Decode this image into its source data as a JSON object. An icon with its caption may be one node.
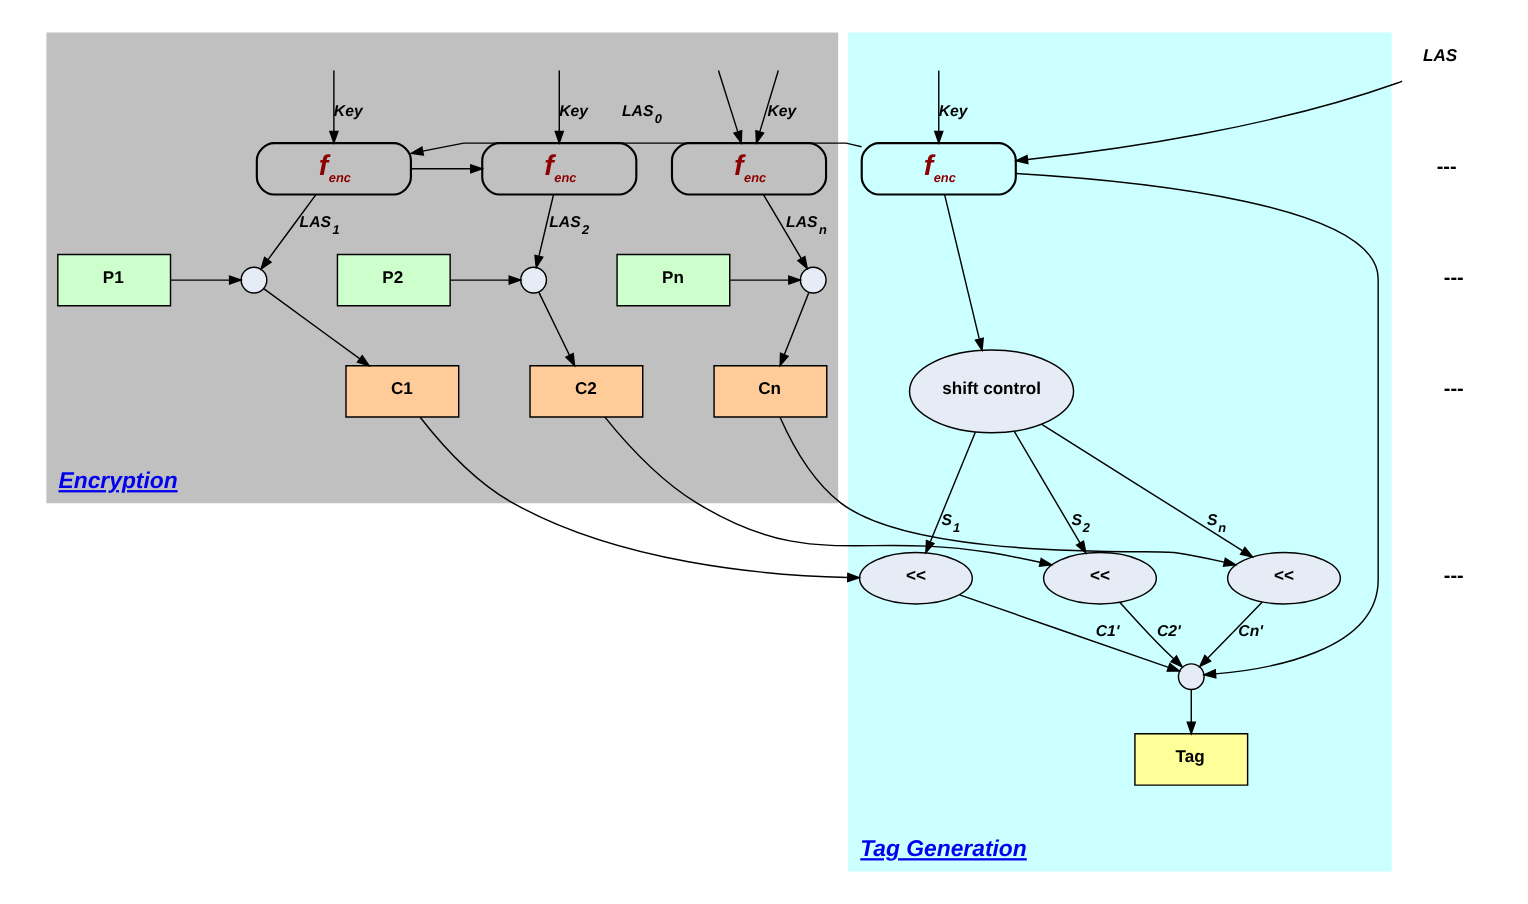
{
  "diagram": {
    "nodes": [
      {
        "text": [
          "Tag Generation"
        ]
      },
      {
        "text": [
          "Encryption"
        ]
      },
      {
        "text": [
          "LAS"
        ]
      },
      {
        "text": [
          "f$_{enc}$"
        ],
        "in": 0
      },
      {
        "text": [
          "f$_{enc}$"
        ],
        "in": 1
      },
      {
        "text": [
          "P1"
        ],
        "in": 1
      },
      {
        "text": [],
        "shape": "circle",
        "in": 1
      },
      {
        "text": [
          "C1"
        ],
        "in": 1
      },
      {
        "text": [
          "f$_{enc}$"
        ],
        "in": 1
      },
      {
        "text": [
          "P2"
        ],
        "in": 1
      },
      {
        "text": [],
        "shape": "circle",
        "in": 1
      },
      {
        "text": [
          "C2"
        ],
        "in": 1
      },
      {
        "text": [
          "f$_{enc}$"
        ],
        "in": 1
      },
      {
        "text": [
          "Pn"
        ],
        "in": 1
      },
      {
        "text": [],
        "shape": "circle",
        "in": 1
      },
      {
        "text": [
          "Cn"
        ],
        "in": 1
      },
      {
        "text": [
          "shift control"
        ],
        "in": 0
      },
      {
        "text": [
          "<<"
        ],
        "in": 0
      },
      {
        "text": [
          "<<"
        ],
        "in": 0
      },
      {
        "text": [
          "<<"
        ],
        "in": 0
      },
      {
        "text": [],
        "shape": "circle",
        "in": 0
      },
      {
        "text": [
          "Tag"
        ],
        "in": 0
      }
    ],
    "edges": [
      {
        "from": 2,
        "to": 3,
        "arrow": "to"
      },
      {
        "from": null,
        "to": 3,
        "arrow": "to",
        "label": "Key"
      },
      {
        "from": 3,
        "to": 4,
        "arrow": "to",
        "label": "LAS$_{0}$"
      },
      {
        "from": 3,
        "to": 16,
        "arrow": "to"
      },
      {
        "from": 3,
        "to": 20,
        "arrow": "to"
      },
      {
        "from": null,
        "to": 4,
        "arrow": "to",
        "label": "Key"
      },
      {
        "from": 4,
        "to": 6,
        "arrow": "to",
        "label": "LAS$_{1}$"
      },
      {
        "from": 4,
        "to": 8,
        "arrow": "to"
      },
      {
        "from": 5,
        "to": 6,
        "arrow": "to"
      },
      {
        "from": 6,
        "to": 7,
        "arrow": "to"
      },
      {
        "from": null,
        "to": 8,
        "arrow": "to",
        "label": "Key"
      },
      {
        "from": 8,
        "to": 10,
        "arrow": "to",
        "label": "LAS$_{2}$"
      },
      {
        "from": 9,
        "to": 10,
        "arrow": "to"
      },
      {
        "from": 10,
        "to": 11,
        "arrow": "to"
      },
      {
        "from": null,
        "to": 12,
        "arrow": "to"
      },
      {
        "from": null,
        "to": 12,
        "arrow": "to",
        "label": "Key"
      },
      {
        "from": 12,
        "to": 14,
        "arrow": "to",
        "label": "LAS$_{n}$"
      },
      {
        "from": 13,
        "to": 14,
        "arrow": "to"
      },
      {
        "from": 14,
        "to": 15,
        "arrow": "to"
      },
      {
        "from": 7,
        "to": 17,
        "arrow": "to"
      },
      {
        "from": 11,
        "to": 18,
        "arrow": "to"
      },
      {
        "from": 15,
        "to": 19,
        "arrow": "to"
      },
      {
        "from": 16,
        "to": 17,
        "arrow": "to",
        "label": "S$_{1}$"
      },
      {
        "from": 16,
        "to": 18,
        "arrow": "to",
        "label": "S$_{2}$"
      },
      {
        "from": 16,
        "to": 19,
        "arrow": "to",
        "label": "S$_{n}$"
      },
      {
        "from": 17,
        "to": 20,
        "arrow": "to",
        "label": "C1'"
      },
      {
        "from": 18,
        "to": 20,
        "arrow": "to",
        "label": "C2'"
      },
      {
        "from": 19,
        "to": 20,
        "arrow": "to",
        "label": "Cn'"
      },
      {
        "from": 20,
        "to": 21,
        "arrow": "to"
      }
    ],
    "labels": [
      "---",
      "---",
      "---",
      "---"
    ]
  }
}
